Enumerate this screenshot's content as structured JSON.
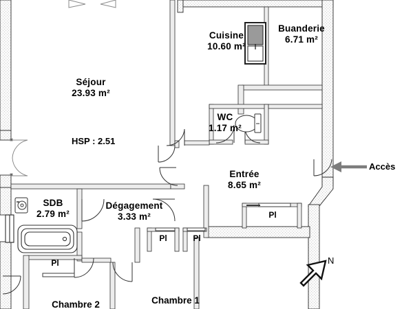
{
  "document": {
    "type": "architectural-floor-plan",
    "language": "fr"
  },
  "rooms": [
    {
      "id": "sejour",
      "name": "Séjour",
      "area": "23.93 m²"
    },
    {
      "id": "cuisine",
      "name": "Cuisine",
      "area": "10.60 m²"
    },
    {
      "id": "buanderie",
      "name": "Buanderie",
      "area": "6.71 m²"
    },
    {
      "id": "wc",
      "name": "WC",
      "area": "1.17 m²"
    },
    {
      "id": "entree",
      "name": "Entrée",
      "area": "8.65 m²"
    },
    {
      "id": "sdb",
      "name": "SDB",
      "area": "2.79 m²"
    },
    {
      "id": "degagement",
      "name": "Dégagement",
      "area": "3.33 m²"
    }
  ],
  "partial_rooms": [
    {
      "id": "chambre2",
      "name": "Chambre 2"
    },
    {
      "id": "chambre1",
      "name": "Chambre 1"
    }
  ],
  "closets": [
    {
      "id": "pl-entree",
      "label": "Pl"
    },
    {
      "id": "pl-sdb",
      "label": "Pl"
    },
    {
      "id": "pl-hall-left",
      "label": "Pl"
    },
    {
      "id": "pl-hall-right",
      "label": "Pl"
    }
  ],
  "annotations": {
    "ceiling_height": "HSP : 2.51",
    "access": "Accès",
    "north": "N"
  },
  "colors": {
    "wall_outline": "#1a1a1a",
    "wall_hatch": "#c9c9c9",
    "interior_wall_fill": "#e8e8e8",
    "text": "#000000",
    "arrow": "#777777",
    "fixture_stroke": "#333333",
    "background": "#ffffff"
  },
  "icons": {
    "north_arrow": "north-arrow-icon",
    "access_arrow": "left-arrow-icon",
    "bathtub": "bathtub-icon",
    "sink": "sink-icon",
    "toilet": "toilet-icon",
    "window": "window-icon",
    "door_swing": "door-swing-icon"
  }
}
